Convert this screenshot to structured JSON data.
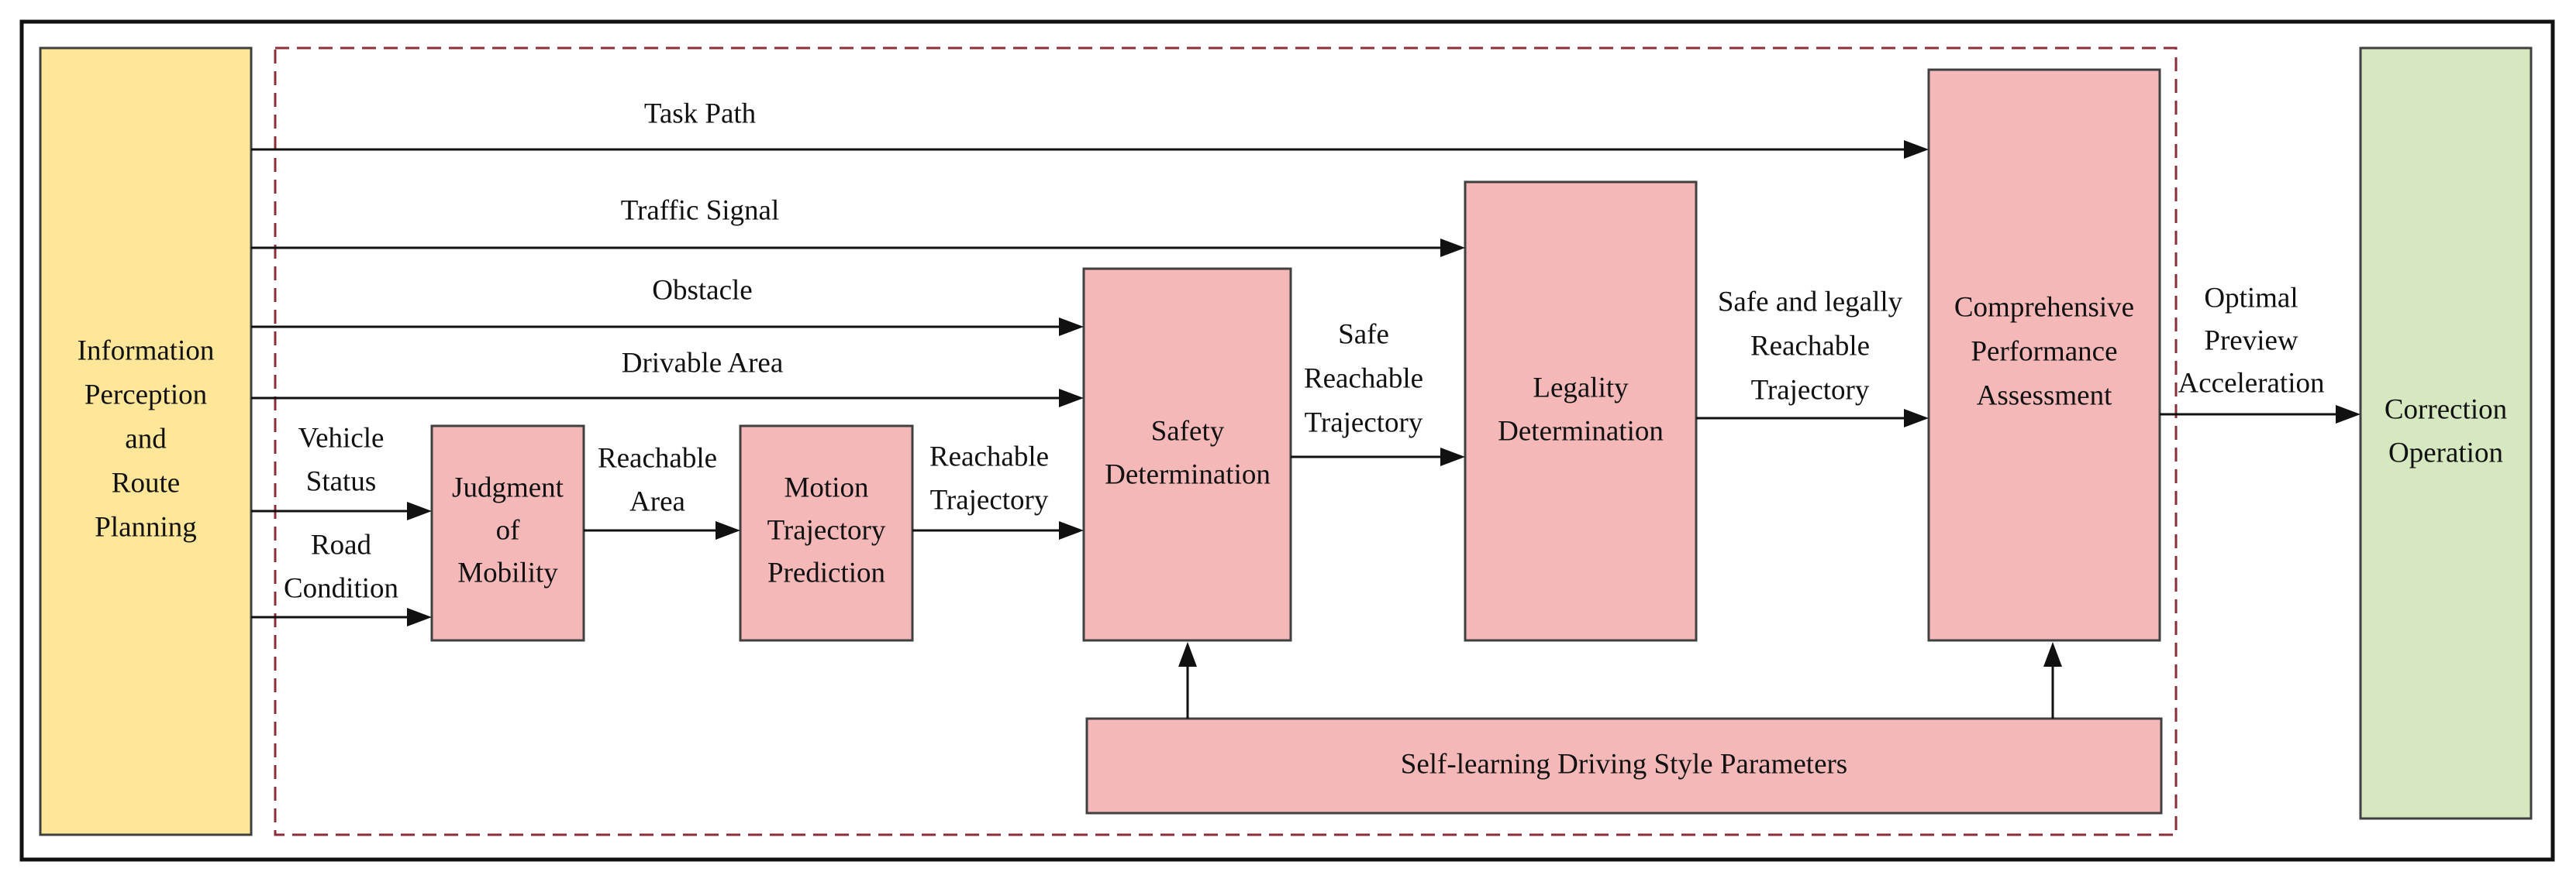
{
  "colors": {
    "input_fill": "#FFE699",
    "process_fill": "#F4B8B8",
    "output_fill": "#D5E8C0",
    "stroke": "#404040",
    "dashed_frame": "#8B2E3A"
  },
  "nodes": {
    "info": {
      "lines": [
        "Information",
        "Perception",
        "and",
        "Route",
        "Planning"
      ]
    },
    "judgment": {
      "lines": [
        "Judgment",
        "of",
        "Mobility"
      ]
    },
    "motion": {
      "lines": [
        "Motion",
        "Trajectory",
        "Prediction"
      ]
    },
    "safety": {
      "lines": [
        "Safety",
        "Determination"
      ]
    },
    "legality": {
      "lines": [
        "Legality",
        "Determination"
      ]
    },
    "comprehensive": {
      "lines": [
        "Comprehensive",
        "Performance",
        "Assessment"
      ]
    },
    "correction": {
      "lines": [
        "Correction",
        "Operation"
      ]
    },
    "selflearning": {
      "lines": [
        "Self-learning Driving Style Parameters"
      ]
    }
  },
  "edges": {
    "task_path": {
      "lines": [
        "Task Path"
      ]
    },
    "traffic_signal": {
      "lines": [
        "Traffic Signal"
      ]
    },
    "obstacle": {
      "lines": [
        "Obstacle"
      ]
    },
    "drivable_area": {
      "lines": [
        "Drivable Area"
      ]
    },
    "vehicle_status": {
      "lines": [
        "Vehicle",
        "Status"
      ]
    },
    "road_condition": {
      "lines": [
        "Road",
        "Condition"
      ]
    },
    "reachable_area": {
      "lines": [
        "Reachable",
        "Area"
      ]
    },
    "reachable_trajectory": {
      "lines": [
        "Reachable",
        "Trajectory"
      ]
    },
    "safe_reachable_trajectory": {
      "lines": [
        "Safe",
        "Reachable",
        "Trajectory"
      ]
    },
    "safe_legal_trajectory": {
      "lines": [
        "Safe and legally",
        "Reachable",
        "Trajectory"
      ]
    },
    "optimal_preview": {
      "lines": [
        "Optimal",
        "Preview",
        "Acceleration"
      ]
    }
  }
}
